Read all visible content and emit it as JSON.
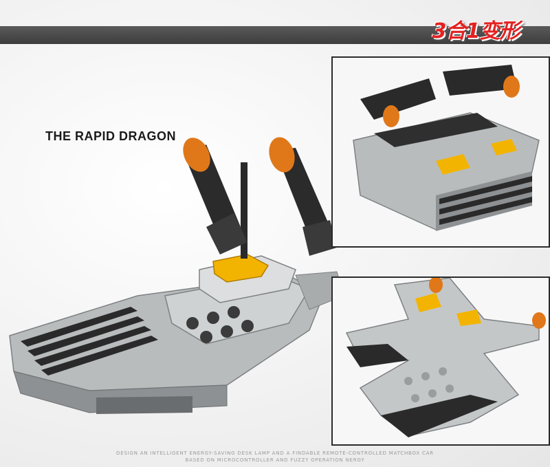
{
  "badge": {
    "text": "3合1变形"
  },
  "title": "THE RAPID DRAGON",
  "footer": {
    "line1": "DESIGN AN INTELLIGENT ENERGY-SAVING DESK LAMP AND A FINDABLE REMOTE-CONTROLLED MATCHBOX CAR",
    "line2": "BASED ON MICROCONTROLLER AND FUZZY OPERATION NERGY"
  },
  "colors": {
    "bar": "#464646",
    "accent": "#e32222",
    "brick_gray": "#b9bcbd",
    "brick_dark": "#2a2a2a",
    "brick_yellow": "#f2b400",
    "flame": "#e0781a"
  }
}
